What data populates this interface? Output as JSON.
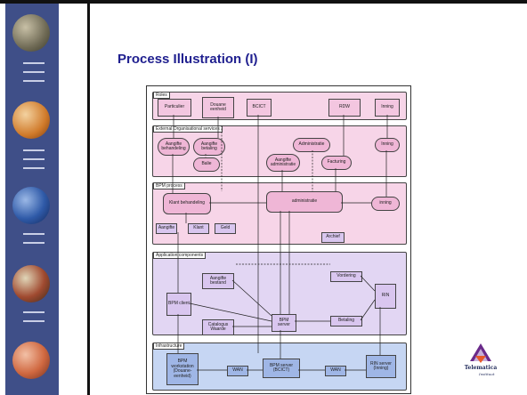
{
  "slide": {
    "title": "Process Illustration (I)"
  },
  "diagram": {
    "layers": {
      "roles": "Roles",
      "external_services": "External Organisational services",
      "bpm_process": "BPM process",
      "application_components": "Application components",
      "infrastructure": "Infrastructure"
    },
    "roles": [
      "Particulier",
      "Douane eenheid",
      "BCICT",
      "RDW",
      "Inning"
    ],
    "services": [
      "Aangifte behandeling",
      "Aangifte betaling",
      "Balie",
      "Administratie",
      "Aangifte administratie",
      "Facturing",
      "Inning"
    ],
    "process": {
      "main": [
        "Klant behandeling",
        "administratie",
        "inning"
      ],
      "sub": [
        "Aangifte",
        "Klant",
        "Geld",
        "Archief"
      ]
    },
    "application_components": [
      "Aangifte bestand",
      "Vordering",
      "RIN",
      "BPM client",
      "Catalogus Waarde",
      "BPM server",
      "Betaling"
    ],
    "infrastructure": [
      "BPM workstation (Douane-eenheid)",
      "WAN",
      "BPM server (BCICT)",
      "WAN",
      "RIN server (Inning)"
    ]
  },
  "logo": {
    "name": "Telematica",
    "sub": "Instituut"
  },
  "colors": {
    "title": "#1f1f8f",
    "role_fill": "#f3c6e0",
    "component_fill": "#d9c6ef",
    "infra_fill": "#9fb6e6"
  }
}
